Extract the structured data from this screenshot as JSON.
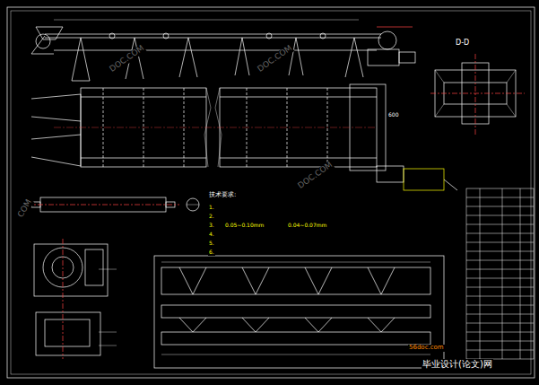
{
  "diagram": {
    "labels": [
      "D-D",
      "技术要求:",
      "1.",
      "2.",
      "3.",
      "4.",
      "5.",
      "6.",
      "0.05~0.10mm",
      "0.04~0.07mm",
      "600",
      "DOC.COM",
      "DOC.COM",
      "DOC.COM",
      "COM",
      "56doc.com",
      "毕业设计(论文)网"
    ]
  }
}
